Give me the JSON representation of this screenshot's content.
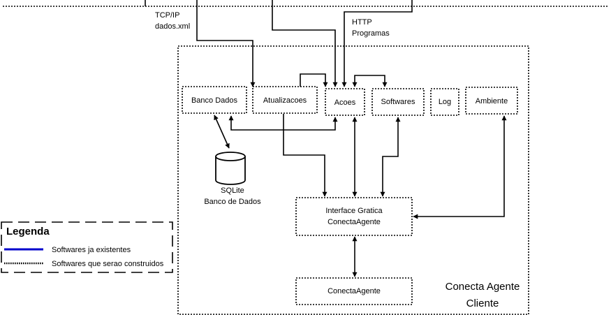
{
  "connections": {
    "tcp_line1": "TCP/IP",
    "tcp_line2": "dados.xml",
    "http_line1": "HTTP",
    "http_line2": "Programas"
  },
  "modules": {
    "banco_dados": "Banco Dados",
    "atualizacoes": "Atualizacoes",
    "acoes": "Acoes",
    "softwares": "Softwares",
    "log": "Log",
    "ambiente": "Ambiente"
  },
  "database": {
    "line1": "SQLite",
    "line2": "Banco de Dados"
  },
  "interface": {
    "line1": "Interface Gratica",
    "line2": "ConectaAgente"
  },
  "agent": {
    "label": "ConectaAgente"
  },
  "client_label": {
    "line1": "Conecta Agente",
    "line2": "Cliente"
  },
  "legend": {
    "title": "Legenda",
    "existing": "Softwares ja existentes",
    "planned": "Softwares que serao construidos",
    "existing_color": "#0000cc"
  }
}
